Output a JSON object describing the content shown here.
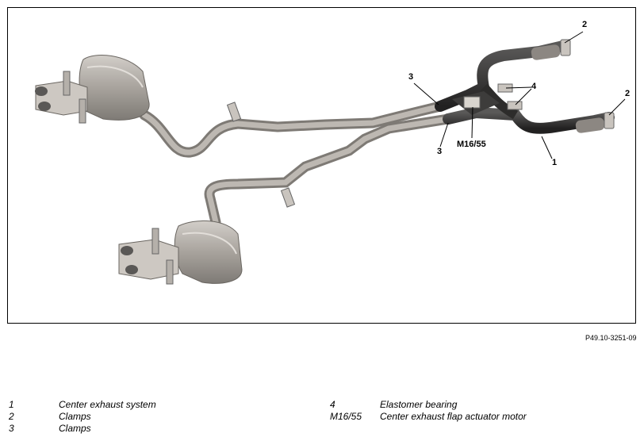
{
  "callouts": {
    "c1": "1",
    "c2_top": "2",
    "c2_right": "2",
    "c3_top": "3",
    "c3_bottom": "3",
    "c4": "4",
    "actuator": "M16/55"
  },
  "figure_id": "P49.10-3251-09",
  "legend": [
    {
      "code": "1",
      "label": "Center exhaust system"
    },
    {
      "code": "2",
      "label": "Clamps"
    },
    {
      "code": "3",
      "label": "Clamps"
    },
    {
      "code": "4",
      "label": "Elastomer bearing"
    },
    {
      "code": "M16/55",
      "label": "Center exhaust flap actuator motor"
    }
  ],
  "colors": {
    "pipe_gray": "#a8a39d",
    "pipe_dark": "#3b3a39",
    "outline": "#555555"
  }
}
